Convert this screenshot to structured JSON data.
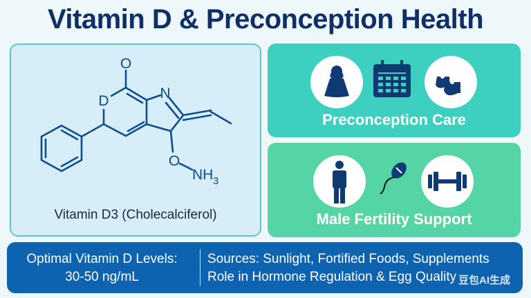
{
  "title": "Vitamin D & Preconception Health",
  "molecule": {
    "caption": "Vitamin D3 (Cholecalciferol)",
    "labels": {
      "o_top": "O",
      "d": "D",
      "n": "N",
      "o_side": "O",
      "nh3": "NH",
      "sub3": "3"
    }
  },
  "cards": [
    {
      "label": "Preconception Care",
      "icons": [
        "woman-icon",
        "calendar-icon",
        "baby-shoes-icon"
      ]
    },
    {
      "label": "Male Fertility Support",
      "icons": [
        "man-icon",
        "sperm-icon",
        "dumbbell-icon"
      ]
    }
  ],
  "bottom": {
    "levels_label": "Optimal Vitamin D Levels:",
    "levels_value": "30-50 ng/mL",
    "sources": "Sources: Sunlight, Fortified Foods, Supplements",
    "role": "Role in Hormone Regulation & Egg Quality"
  },
  "watermark": "豆包AI生成",
  "colors": {
    "navy": "#0f2f66",
    "teal": "#3dcfc0",
    "green": "#55d4a6",
    "blue": "#0d63b0"
  }
}
